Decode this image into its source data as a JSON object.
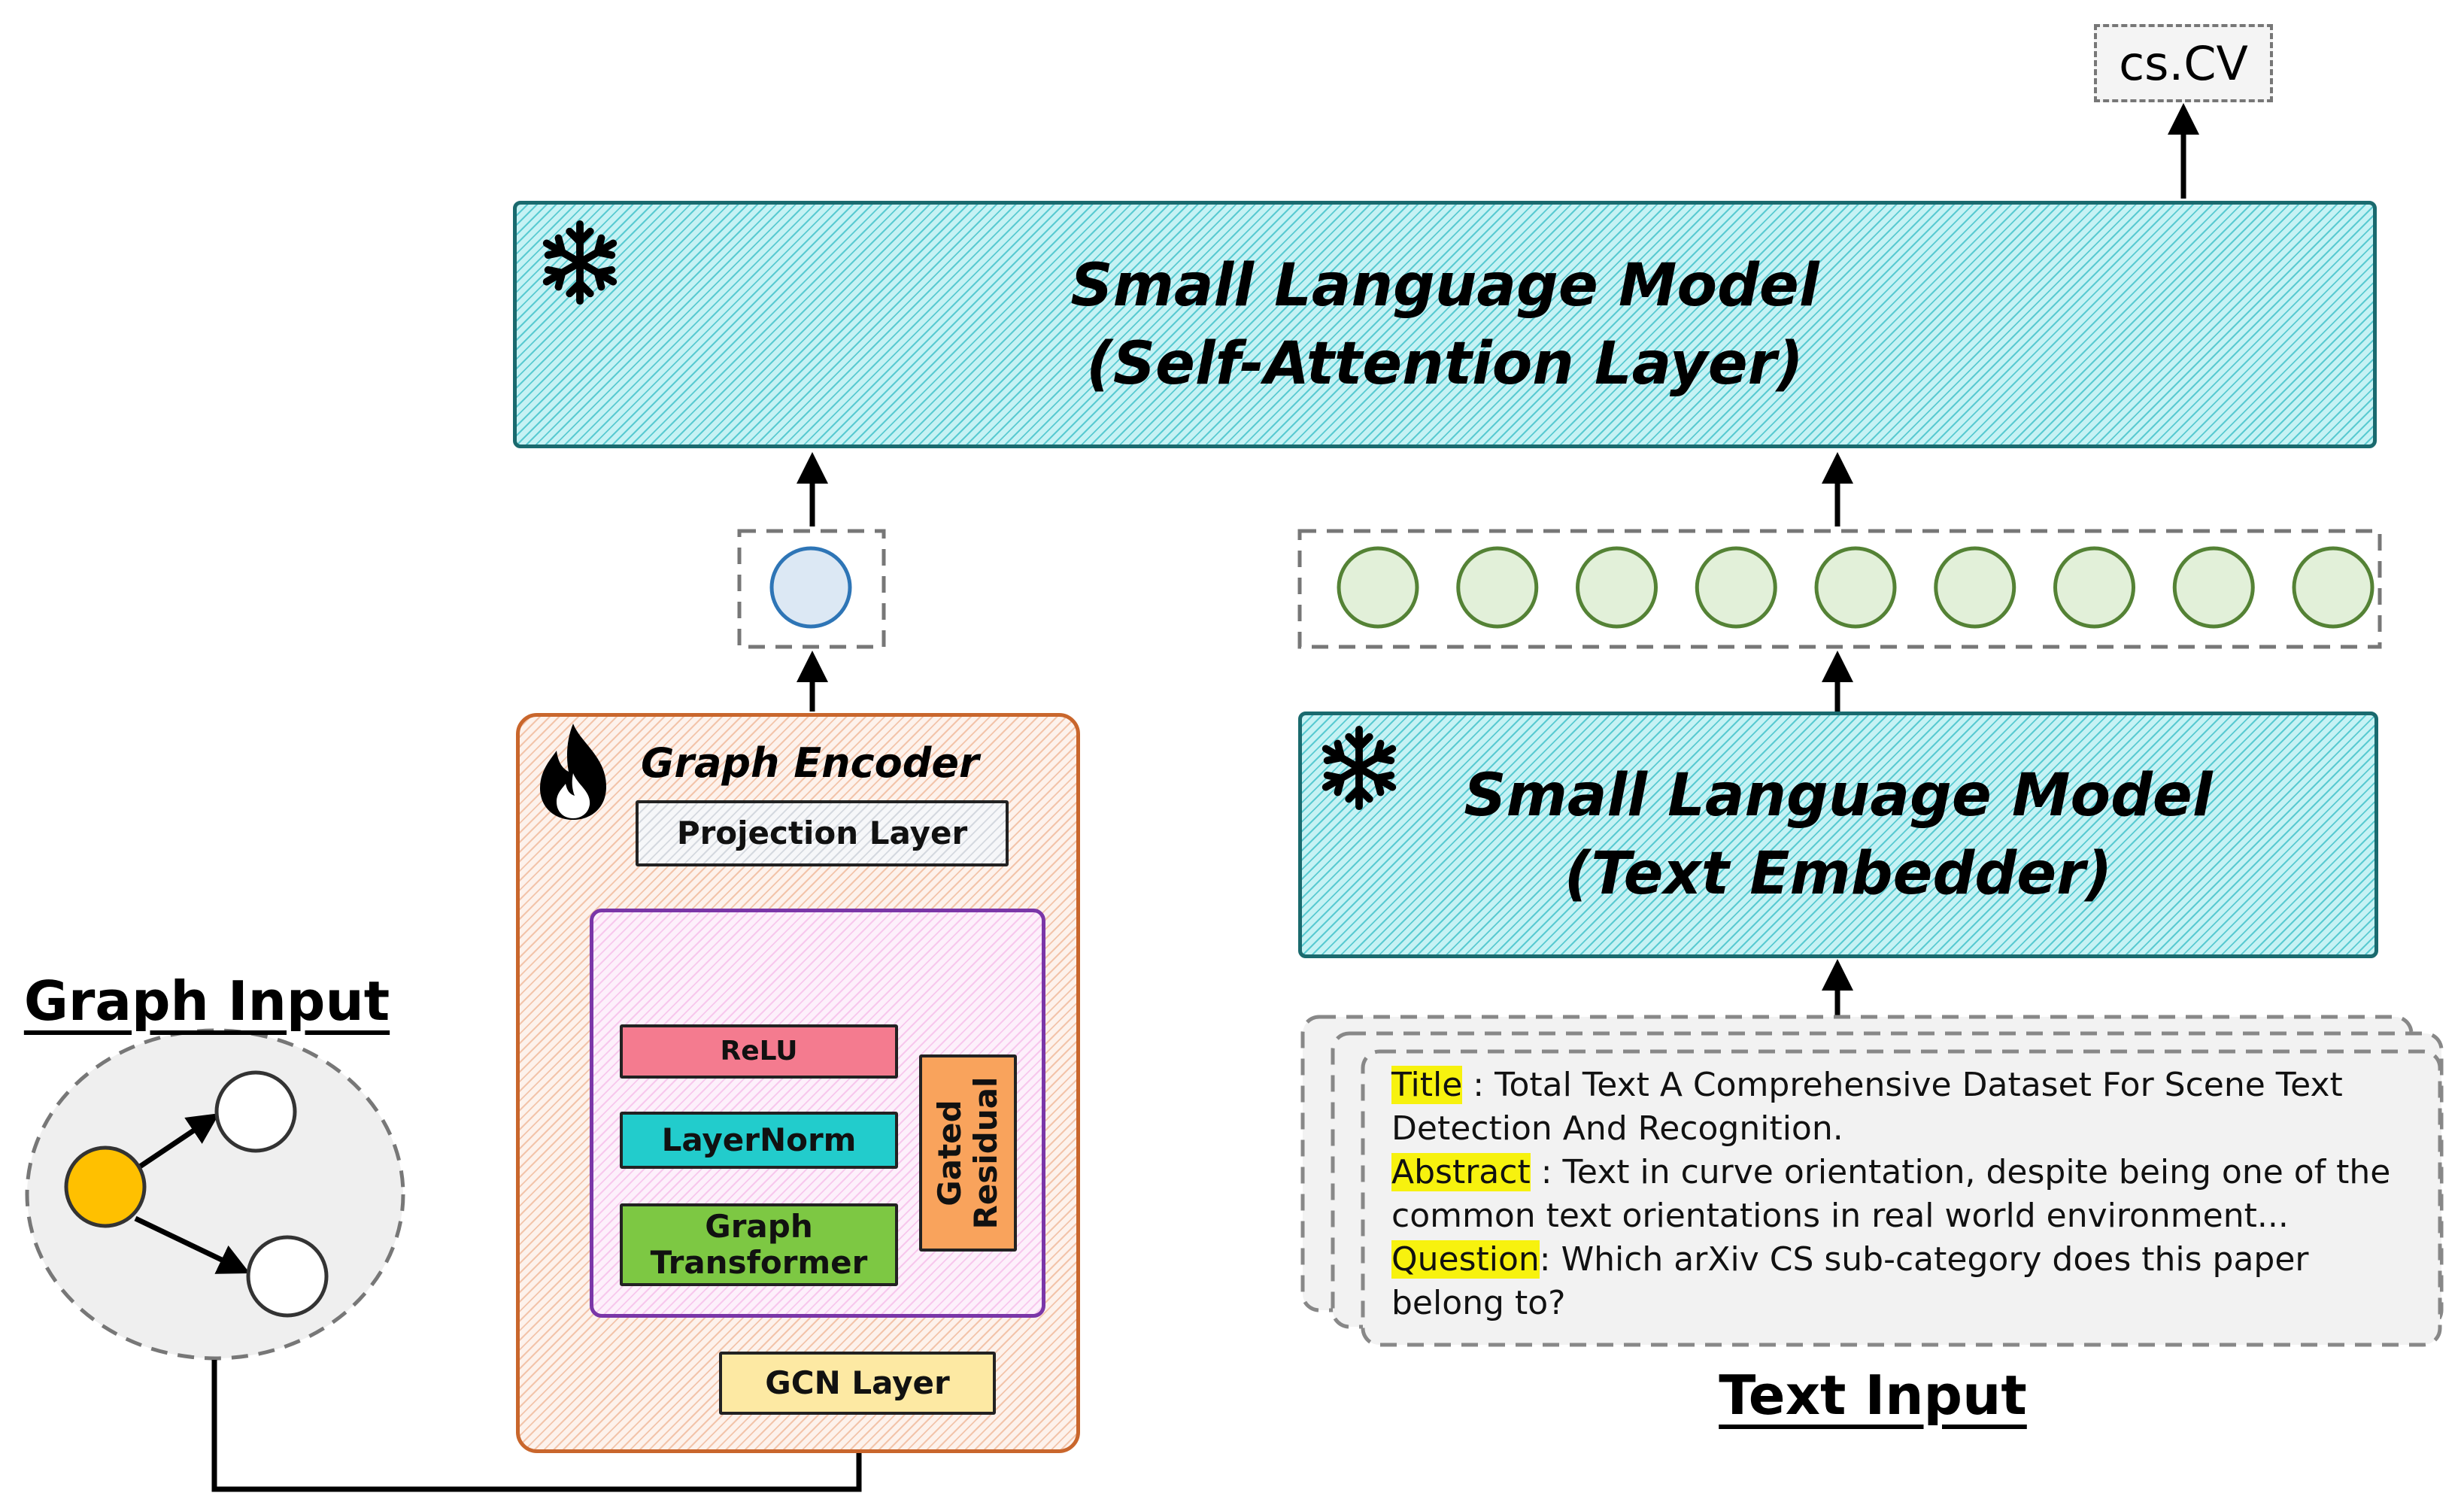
{
  "output_label": "cs.CV",
  "top_model": {
    "line1": "Small Language Model",
    "line2": "(Self-Attention Layer)",
    "status_icon": "snowflake-icon"
  },
  "text_model": {
    "line1": "Small Language Model",
    "line2": "(Text Embedder)",
    "status_icon": "snowflake-icon"
  },
  "graph_encoder": {
    "title": "Graph Encoder",
    "status_icon": "flame-icon",
    "projection_layer": "Projection Layer",
    "relu": "ReLU",
    "layernorm": "LayerNorm",
    "graph_transformer_line1": "Graph",
    "graph_transformer_line2": "Transformer",
    "gated_residual_line1": "Gated",
    "gated_residual_line2": "Residual",
    "gcn_layer": "GCN Layer"
  },
  "graph_input": {
    "heading": "Graph Input"
  },
  "text_input": {
    "heading": "Text Input",
    "title_key": "Title",
    "title_value": " : Total Text A Comprehensive Dataset For Scene Text Detection And Recognition.",
    "abstract_key": "Abstract",
    "abstract_value": " : Text in curve orientation, despite being one of the common text orientations in real world environment...",
    "question_key": "Question",
    "question_value": ": Which arXiv CS sub-category does this paper belong to?"
  },
  "colors": {
    "slm_fill": "#c6f2f4",
    "slm_border": "#1a6a6e",
    "encoder_border": "#c9662c",
    "relu": "#f47b8f",
    "layernorm": "#22cccc",
    "graph_transformer": "#7dc843",
    "gated_residual": "#f9a35c",
    "gcn_layer": "#fde9a3",
    "graph_token": "#dce8f4",
    "text_token": "#e2f0d9",
    "highlight": "#f7f20e",
    "center_node": "#ffc000"
  },
  "text_token_count": 9
}
